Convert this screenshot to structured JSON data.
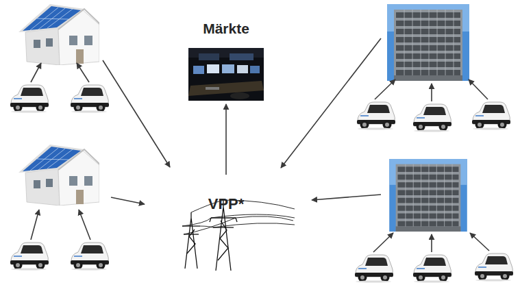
{
  "diagram": {
    "nodes": [
      {
        "text": [
          "Märkte"
        ]
      },
      {
        "text": [
          "VPP*"
        ]
      }
    ],
    "edges": [
      {
        "from": 1,
        "to": 0,
        "arrow": "to"
      }
    ]
  }
}
